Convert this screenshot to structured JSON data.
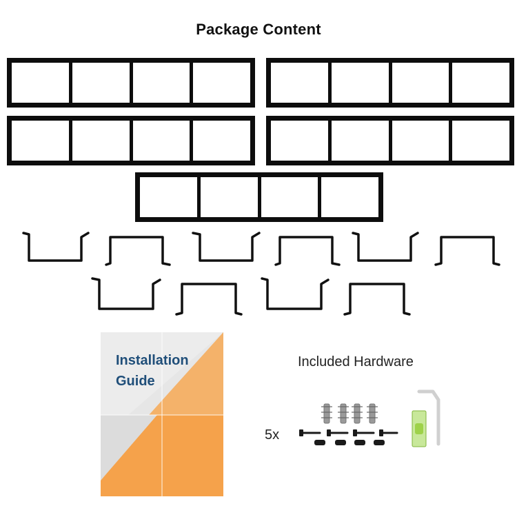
{
  "title": "Package Content",
  "guide": {
    "line1": "Installation",
    "line2": "Guide"
  },
  "hardware": {
    "label": "Included Hardware",
    "quantity": "5x"
  },
  "colors": {
    "frame": "#0d0d0d",
    "guide_orange": "#f5a24b",
    "guide_grey": "#e8e8e8",
    "guide_text": "#1f4e79",
    "level_green": "#9ed24a"
  },
  "racks": {
    "count": 5,
    "cells_per_rack": 4
  },
  "brackets": {
    "count": 10
  }
}
